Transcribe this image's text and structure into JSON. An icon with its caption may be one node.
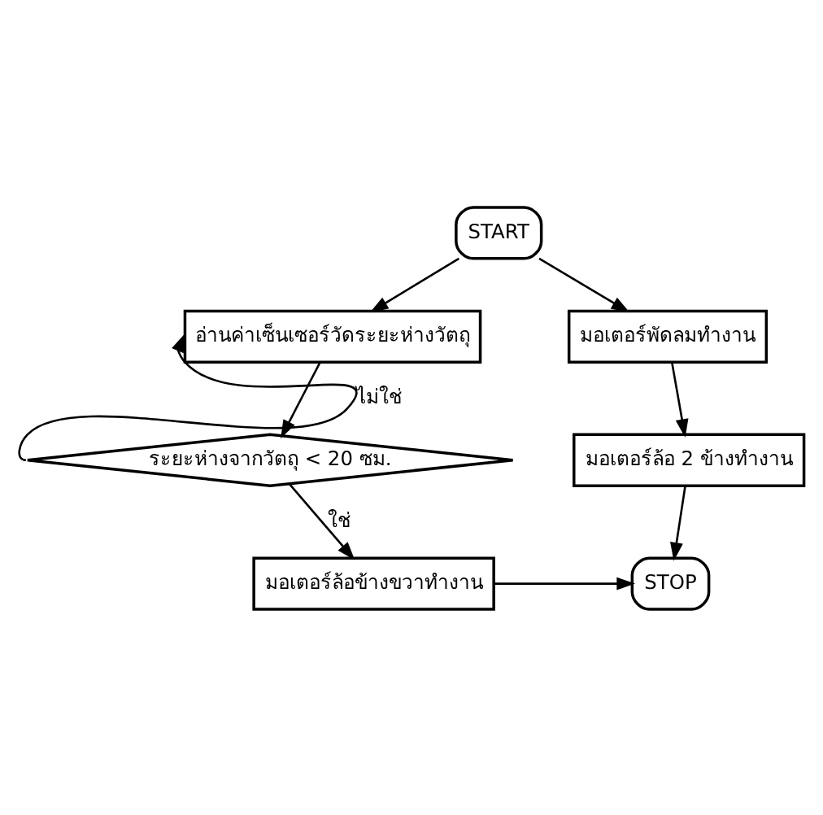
{
  "diagram": {
    "nodes": [
      {
        "text": [
          "START"
        ]
      },
      {
        "text": [
          "อ่านค่าเซ็นเซอร์วัดระยะห่างวัตถุ"
        ]
      },
      {
        "text": [
          "มอเตอร์พัดลมทำงาน"
        ]
      },
      {
        "text": [
          "ระยะห่างจากวัตถุ < 20 ซม."
        ]
      },
      {
        "text": [
          "มอเตอร์ล้อ 2 ข้างทำงาน"
        ]
      },
      {
        "text": [
          "มอเตอร์ล้อข้างขวาทำงาน"
        ]
      },
      {
        "text": [
          "STOP"
        ]
      }
    ],
    "edges": [
      {
        "from": 0,
        "to": 1,
        "arrow": "to"
      },
      {
        "from": 0,
        "to": 2,
        "arrow": "to"
      },
      {
        "from": 1,
        "to": 3,
        "arrow": "to"
      },
      {
        "from": 3,
        "to": 5,
        "arrow": "to",
        "label": "ใช่"
      },
      {
        "from": 3,
        "to": 1,
        "arrow": "to",
        "label": "ไม่ใช่"
      },
      {
        "from": 2,
        "to": 4,
        "arrow": "to"
      },
      {
        "from": 4,
        "to": 6,
        "arrow": "to"
      },
      {
        "from": 5,
        "to": 6,
        "arrow": "to"
      }
    ]
  }
}
